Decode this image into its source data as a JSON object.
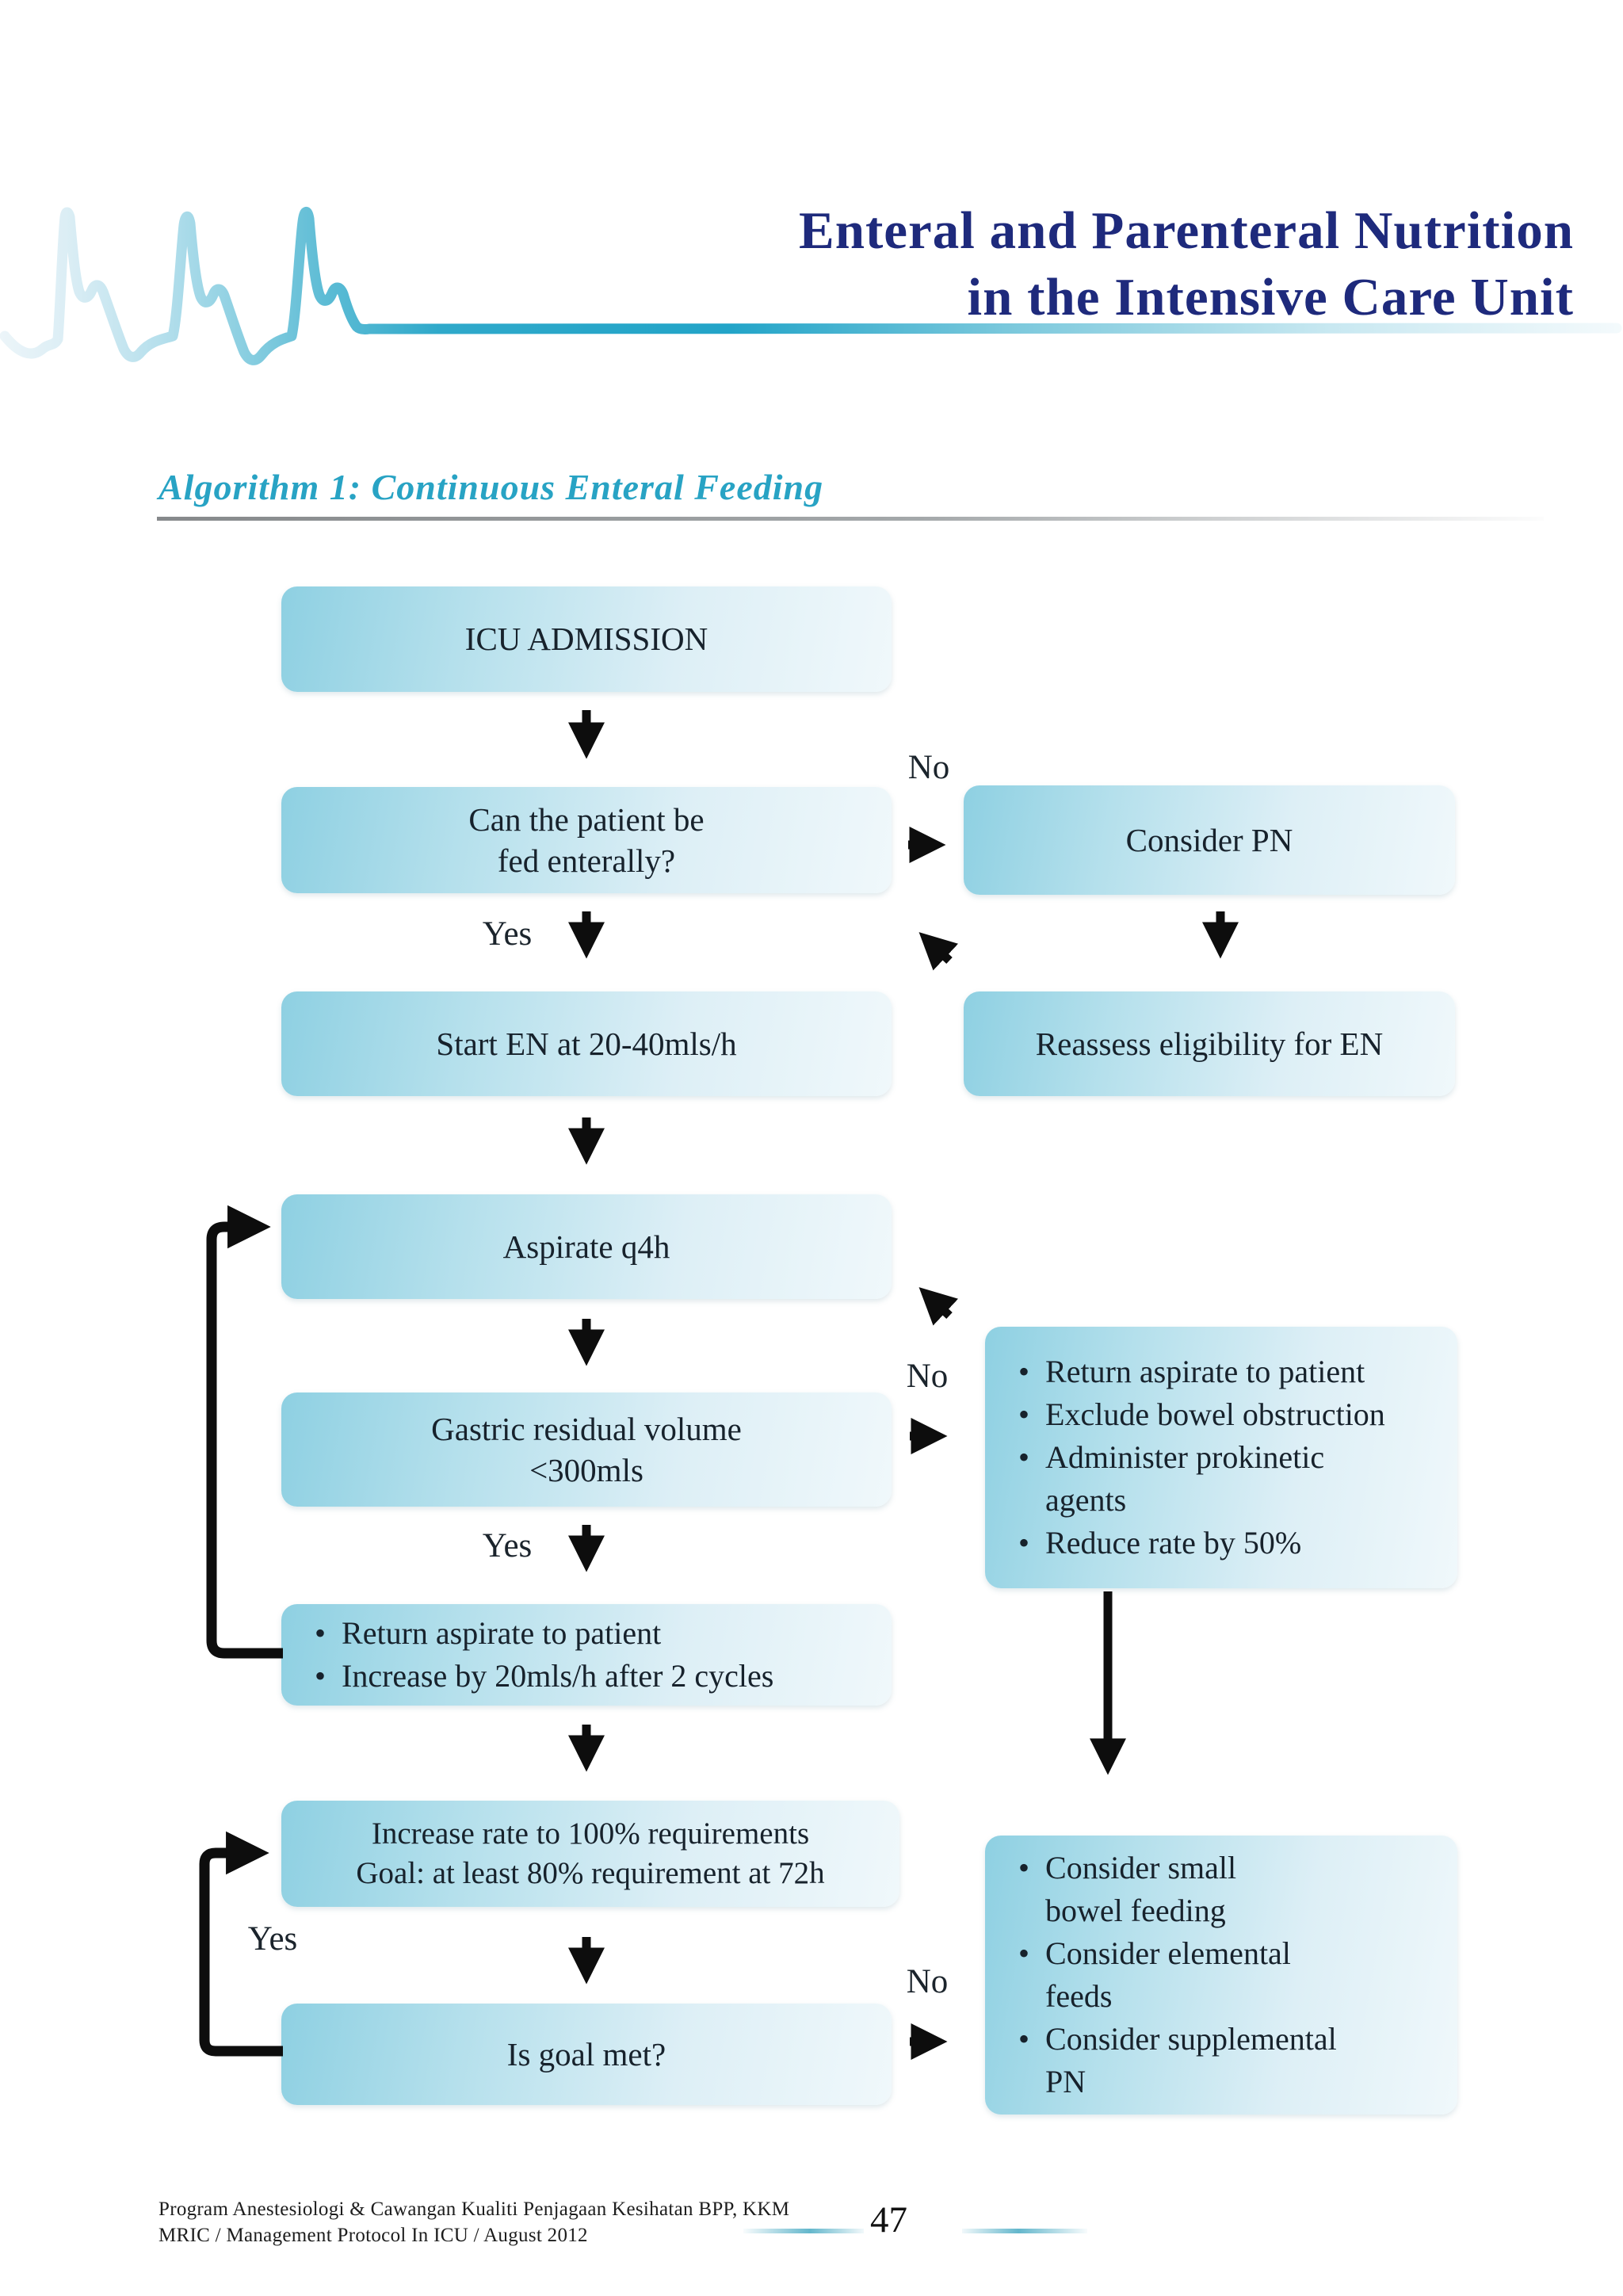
{
  "header": {
    "title_line1": "Enteral and Parenteral Nutrition",
    "title_line2": "in the Intensive Care Unit",
    "title_color": "#1e2a7c",
    "accent_teal": "#28a3c4",
    "waveform_icon": "arterial-pressure-waveform"
  },
  "section": {
    "heading": "Algorithm 1: Continuous Enteral Feeding",
    "heading_color": "#28a3c4"
  },
  "labels": {
    "yes": "Yes",
    "no": "No"
  },
  "boxes": {
    "icu": {
      "line1": "ICU ADMISSION"
    },
    "question_enteral": {
      "line1": "Can the patient be",
      "line2": "fed enterally?"
    },
    "consider_pn": {
      "line1": "Consider PN"
    },
    "start_en": {
      "line1": "Start EN at 20-40mls/h"
    },
    "reassess": {
      "line1": "Reassess eligibility for EN"
    },
    "aspirate": {
      "line1": "Aspirate q4h"
    },
    "gastric": {
      "line1": "Gastric residual volume",
      "line2": "<300mls"
    },
    "actions_high_grv": {
      "items": [
        "Return aspirate to patient",
        "Exclude bowel obstruction",
        "Administer prokinetic\nagents",
        "Reduce rate by 50%"
      ]
    },
    "actions_low_grv": {
      "items": [
        "Return aspirate to patient",
        "Increase by 20mls/h after 2 cycles"
      ]
    },
    "increase_rate": {
      "line1": "Increase rate to 100% requirements",
      "line2": "Goal: at least 80% requirement at 72h"
    },
    "goal_met": {
      "line1": "Is goal met?"
    },
    "not_met_actions": {
      "items": [
        "Consider small\nbowel feeding",
        "Consider elemental\nfeeds",
        "Consider supplemental\nPN"
      ]
    }
  },
  "footer": {
    "line1": "Program Anestesiologi & Cawangan Kualiti Penjagaan Kesihatan BPP, KKM",
    "line2": "MRIC / Management Protocol In ICU / August 2012",
    "page_number": "47"
  }
}
